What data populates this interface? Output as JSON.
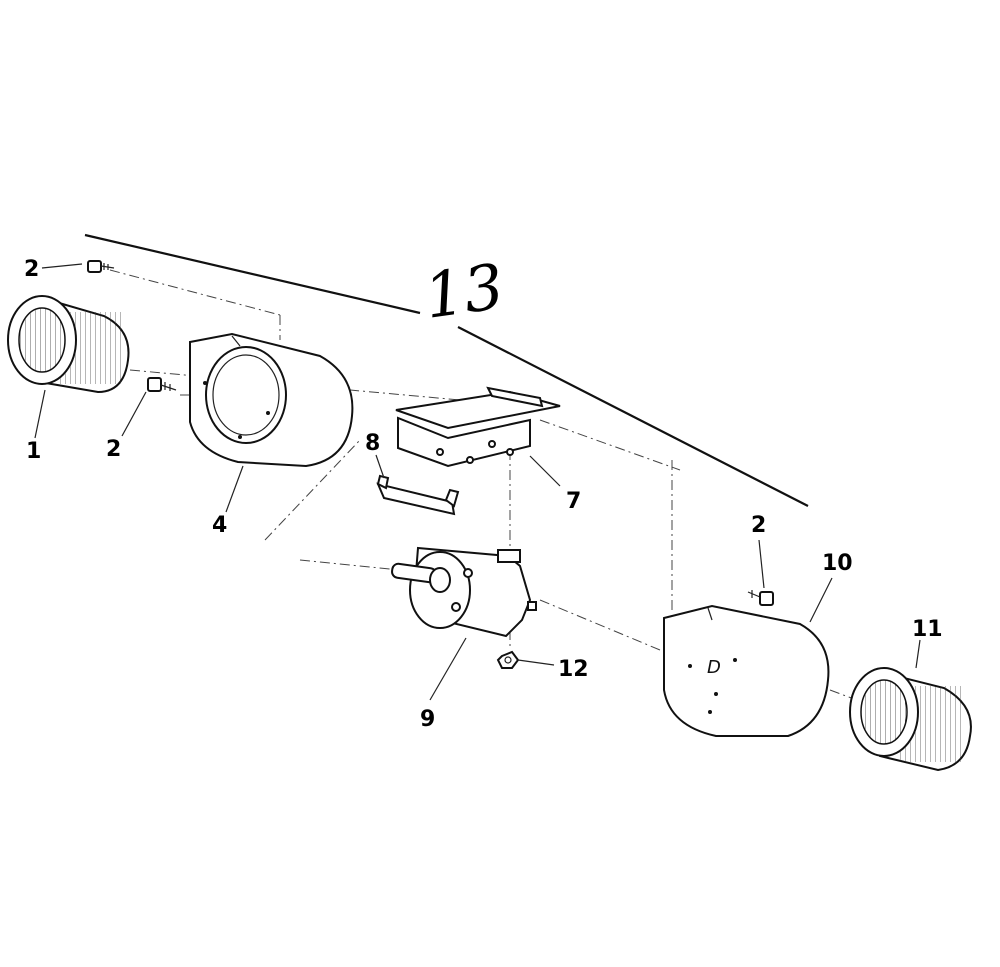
{
  "assembly_number": "13",
  "callouts": {
    "screw_top": "2",
    "wheel_left": "1",
    "screw_left": "2",
    "housing_left": "4",
    "bracket_8": "8",
    "bracket_7": "7",
    "motor": "9",
    "nut": "12",
    "screw_right": "2",
    "housing_right": "10",
    "wheel_right": "11"
  },
  "housing_right_mark": "D"
}
